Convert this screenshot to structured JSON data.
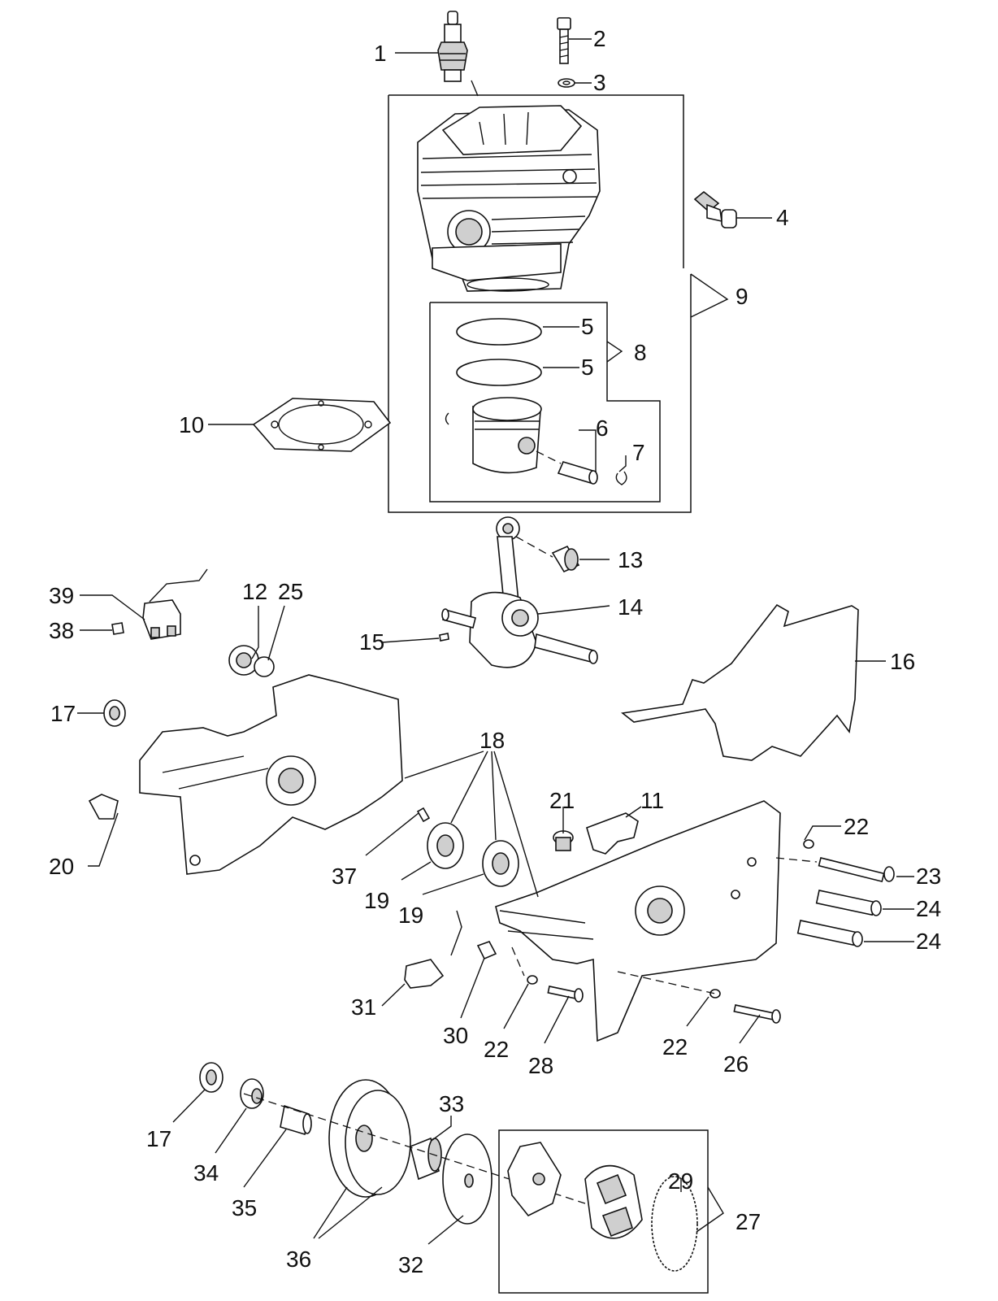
{
  "labels": {
    "l1": "1",
    "l2": "2",
    "l3": "3",
    "l4": "4",
    "l5a": "5",
    "l5b": "5",
    "l6": "6",
    "l7": "7",
    "l8": "8",
    "l9": "9",
    "l10": "10",
    "l11": "11",
    "l12": "12",
    "l13": "13",
    "l14": "14",
    "l15": "15",
    "l16": "16",
    "l17a": "17",
    "l17b": "17",
    "l18": "18",
    "l19a": "19",
    "l19b": "19",
    "l20": "20",
    "l21": "21",
    "l22a": "22",
    "l22b": "22",
    "l22c": "22",
    "l23": "23",
    "l24a": "24",
    "l24b": "24",
    "l25": "25",
    "l26": "26",
    "l27": "27",
    "l28": "28",
    "l29": "29",
    "l30": "30",
    "l31": "31",
    "l32": "32",
    "l33": "33",
    "l34": "34",
    "l35": "35",
    "l36": "36",
    "l37": "37",
    "l38": "38",
    "l39": "39"
  }
}
